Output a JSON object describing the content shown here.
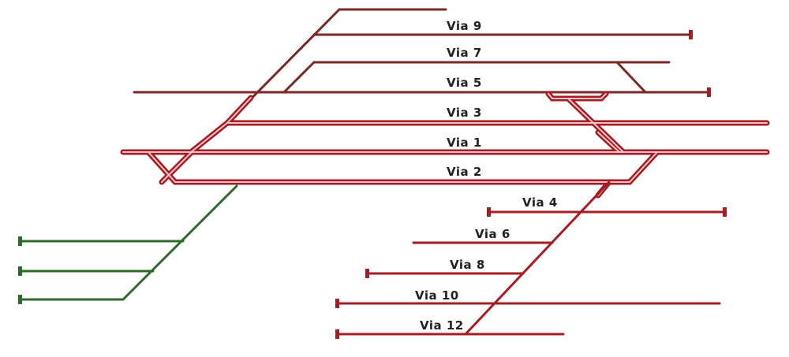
{
  "colors": {
    "red": "#a51c22",
    "darkred": "#7a2a26",
    "pink": "#f2c4c8",
    "green": "#2e6b2a",
    "label": "#222222"
  },
  "labels": {
    "via9": "Via 9",
    "via7": "Via 7",
    "via5": "Via 5",
    "via3": "Via 3",
    "via1": "Via 1",
    "via2": "Via 2",
    "via4": "Via 4",
    "via6": "Via 6",
    "via8": "Via 8",
    "via10": "Via 10",
    "via12": "Via 12"
  }
}
